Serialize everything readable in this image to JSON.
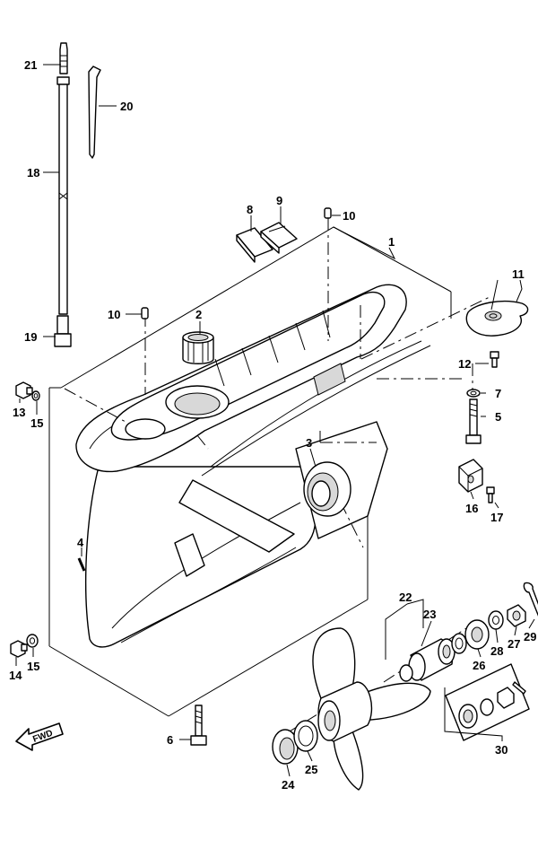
{
  "callouts": {
    "p1": "1",
    "p2": "2",
    "p3": "3",
    "p4": "4",
    "p5": "5",
    "p6": "6",
    "p7": "7",
    "p8": "8",
    "p9": "9",
    "p10a": "10",
    "p10b": "10",
    "p11": "11",
    "p12": "12",
    "p13": "13",
    "p14": "14",
    "p15a": "15",
    "p15b": "15",
    "p16": "16",
    "p17": "17",
    "p18": "18",
    "p19": "19",
    "p20": "20",
    "p21": "21",
    "p22": "22",
    "p23": "23",
    "p24": "24",
    "p25": "25",
    "p26": "26",
    "p27": "27",
    "p28": "28",
    "p29": "29",
    "p30": "30"
  },
  "fwd_label": "FWD"
}
